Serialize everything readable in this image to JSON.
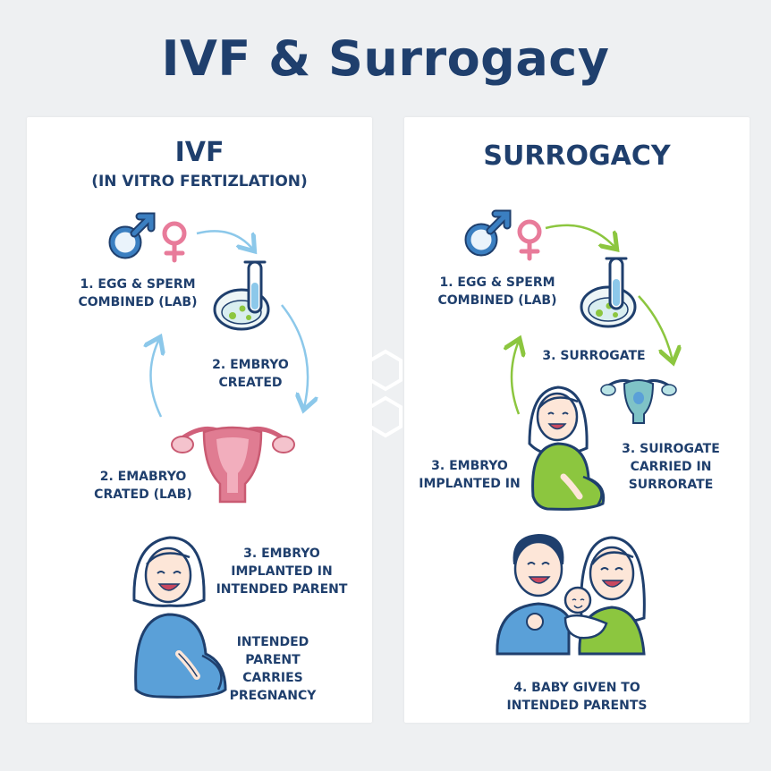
{
  "title": "IVF & Surrogacy",
  "colors": {
    "title": "#1f3f6d",
    "male": "#3b7fc1",
    "female": "#e87b9a",
    "arrow_ivf": "#8cc8ea",
    "arrow_surrogacy": "#8cc63f",
    "uterus": "#e07c92",
    "uterus_surrogacy": "#7fc3c7",
    "shirt_ivf": "#5aa0d8",
    "shirt_surrogacy": "#8cc63f"
  },
  "ivf": {
    "title": "IVF",
    "subtitle": "(IN VITRO FERTIZLATION)",
    "steps": {
      "combined": "1. EGG & SPERM\nCOMBINED (LAB)",
      "embryo_created": "2. EMBRYO\nCREATED",
      "embryo_created_lab": "2. EMABRYO\nCRATED (LAB)",
      "implanted": "3. EMBRYO\nIMPLANTED IN\nINTENDED PARENT",
      "carries": "INTENDED\nPARENT\nCARRIES\nPREGNANCY"
    },
    "icons": [
      "male-symbol-icon",
      "female-symbol-icon",
      "test-tube-icon",
      "petri-dish-icon",
      "uterus-icon",
      "pregnant-woman-icon"
    ]
  },
  "surrogacy": {
    "title": "SURROGACY",
    "steps": {
      "combined": "1. EGG & SPERM\nCOMBINED (LAB)",
      "surrogate": "3. SURROGATE",
      "implanted": "3. EMBRYO\nIMPLANTED IN",
      "carried": "3. SUIROGATE\nCARRIED IN\nSURRORATE",
      "baby": "4. BABY GIVEN TO\nINTENDED PARENTS"
    },
    "icons": [
      "male-symbol-icon",
      "female-symbol-icon",
      "test-tube-icon",
      "petri-dish-icon",
      "uterus-icon",
      "pregnant-surrogate-icon",
      "parents-with-baby-icon"
    ]
  }
}
